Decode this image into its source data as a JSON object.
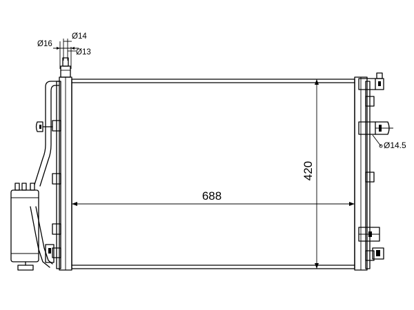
{
  "drawing": {
    "dimensions": {
      "width": "688",
      "height": "420"
    },
    "inlet_diameters": {
      "outer": "Ø16",
      "top": "Ø14",
      "bottom": "Ø13"
    },
    "outlet_diameter": "Ø14.5",
    "colors": {
      "line": "#000000",
      "background": "#ffffff"
    }
  }
}
